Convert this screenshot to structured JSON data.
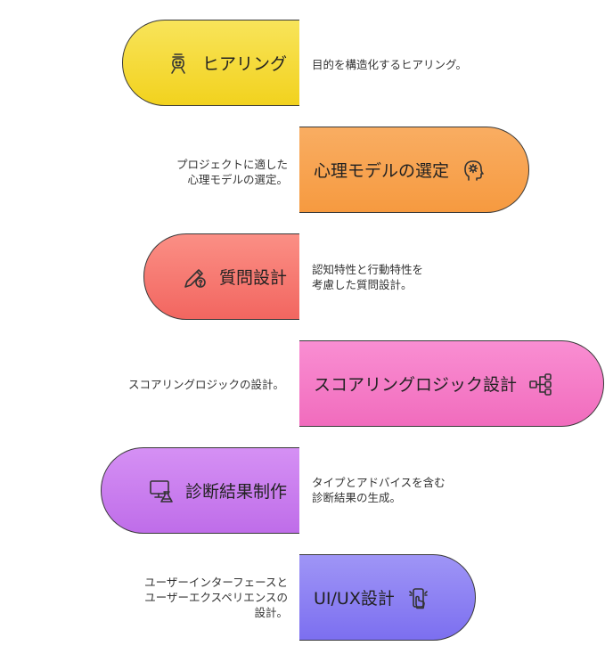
{
  "steps": [
    {
      "label": "ヒアリング",
      "icon": "person-icon",
      "color": "#f7e14a",
      "desc": [
        "目的を構造化するヒアリング。"
      ]
    },
    {
      "label": "心理モデルの選定",
      "icon": "head-gear-icon",
      "color": "#f9a655",
      "desc": [
        "プロジェクトに適した",
        "心理モデルの選定。"
      ]
    },
    {
      "label": "質問設計",
      "icon": "pencil-question-icon",
      "color": "#f57a74",
      "desc": [
        "認知特性と行動特性を",
        "考慮した質問設計。"
      ]
    },
    {
      "label": "スコアリングロジック設計",
      "icon": "network-icon",
      "color": "#f67fc6",
      "desc": [
        "スコアリングロジックの設計。"
      ]
    },
    {
      "label": "診断結果制作",
      "icon": "monitor-flask-icon",
      "color": "#c87ef0",
      "desc": [
        "タイプとアドバイスを含む",
        "診断結果の生成。"
      ]
    },
    {
      "label": "UI/UX設計",
      "icon": "phone-touch-icon",
      "color": "#8f83f2",
      "desc": [
        "ユーザーインターフェースと",
        "ユーザーエクスペリエンスの",
        "設計。"
      ]
    }
  ]
}
